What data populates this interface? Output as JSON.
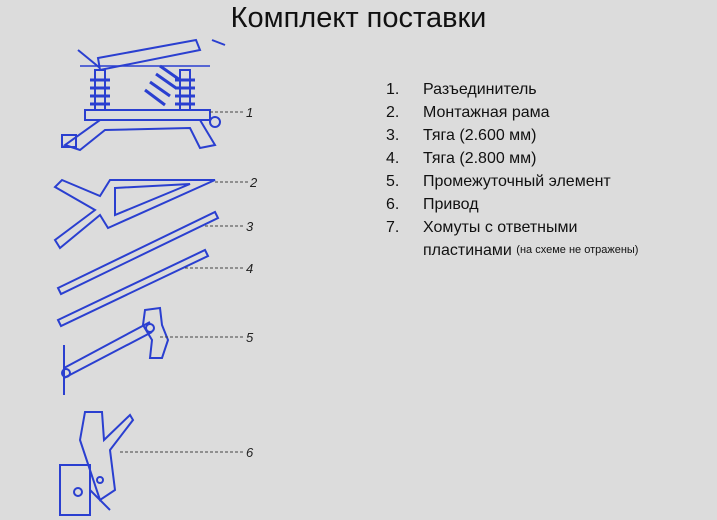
{
  "title": "Комплект поставки",
  "items": [
    {
      "num": "1.",
      "text": "Разъединитель"
    },
    {
      "num": "2.",
      "text": "Монтажная рама"
    },
    {
      "num": "3.",
      "text": "Тяга (2.600 мм)"
    },
    {
      "num": "4.",
      "text": "Тяга (2.800 мм)"
    },
    {
      "num": "5.",
      "text": "Промежуточный элемент"
    },
    {
      "num": "6.",
      "text": "Привод"
    },
    {
      "num": "7.",
      "text": "Хомуты с ответными",
      "text2": "пластинами",
      "note": "(на схеме не отражены)"
    }
  ],
  "diagram_labels": [
    "1",
    "2",
    "3",
    "4",
    "5",
    "6"
  ],
  "colors": {
    "background": "#dcdcdc",
    "drawing": "#2a3fd0"
  }
}
